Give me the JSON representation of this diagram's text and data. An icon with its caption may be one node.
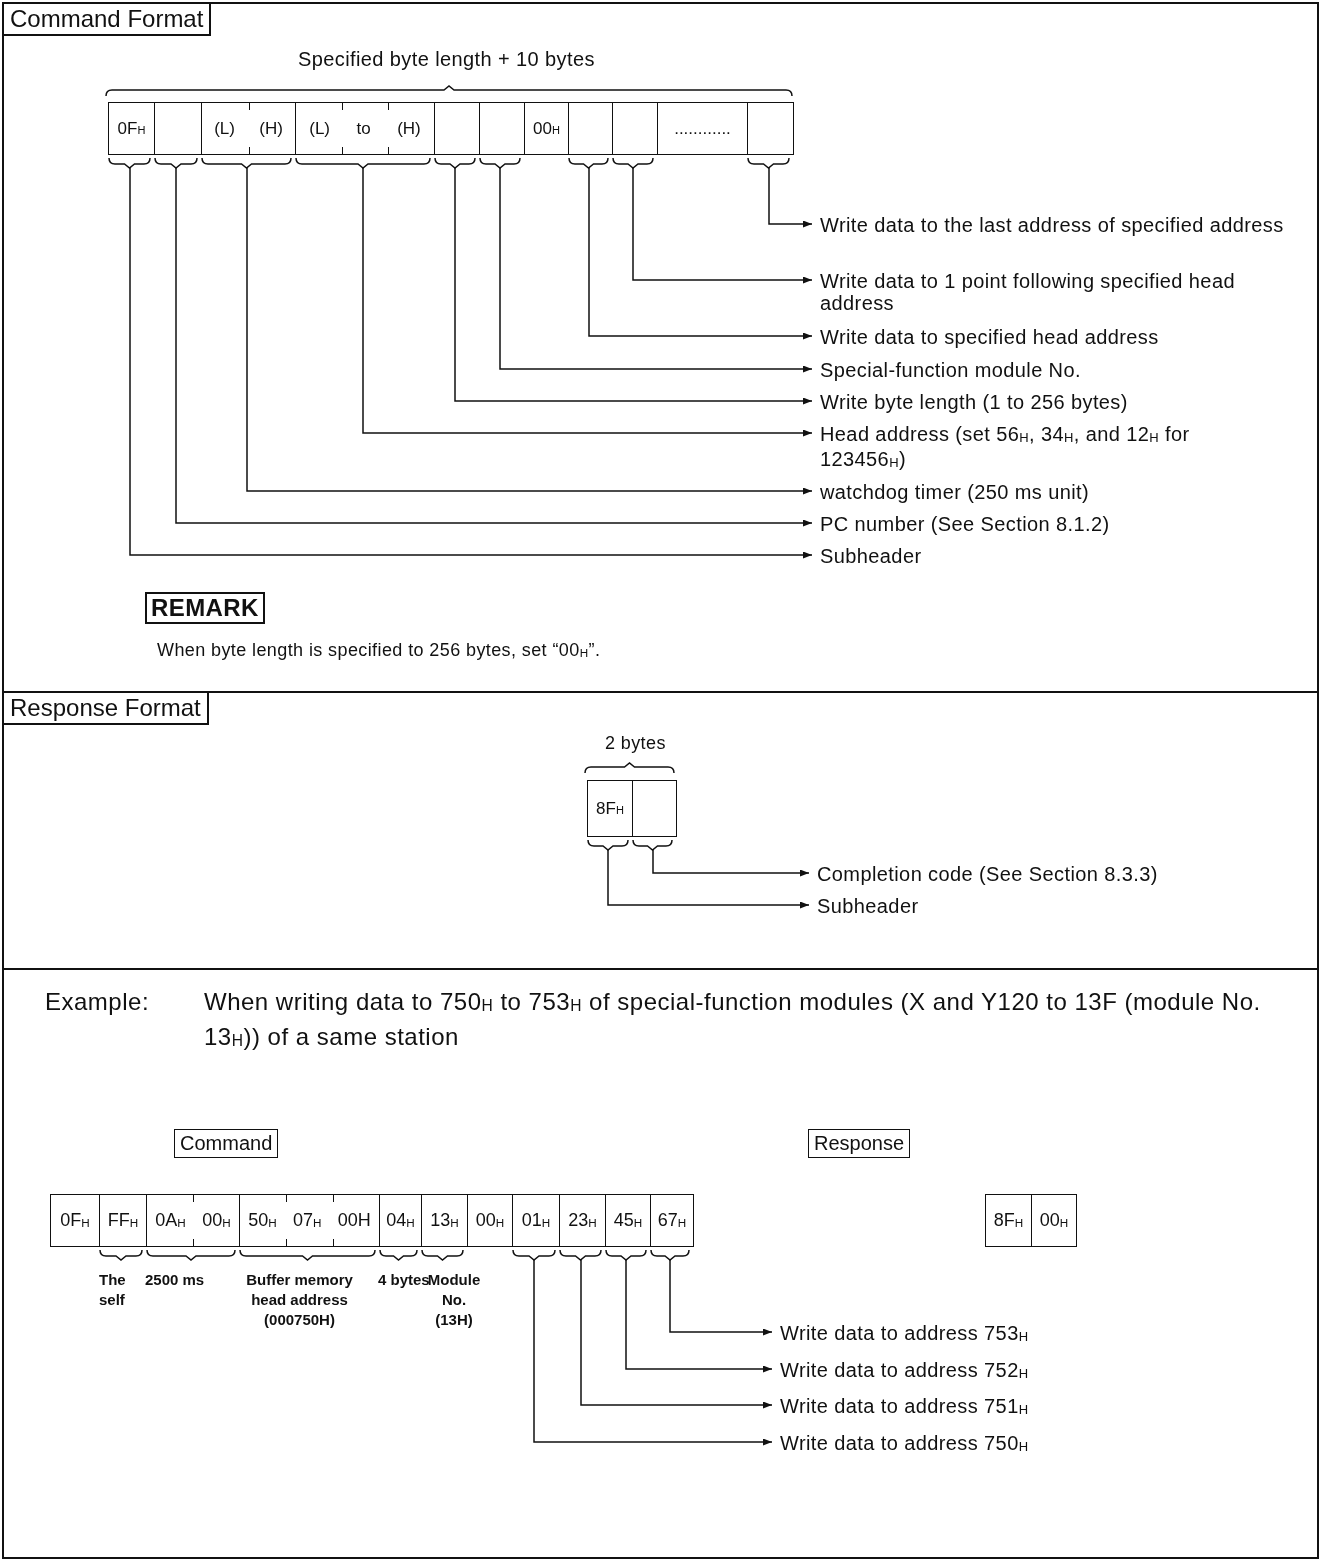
{
  "diagram": {
    "nodes": [
      {
        "text": [
          "Command Format"
        ]
      },
      {
        "text": [
          "0F$_{H}$"
        ],
        "in": 0
      },
      {
        "text": [],
        "shape": "box",
        "in": 0
      },
      {
        "text": [
          "(L)",
          "(H)"
        ],
        "in": 0
      },
      {
        "text": [
          "(L)",
          "to",
          "(H)"
        ],
        "in": 0
      },
      {
        "text": [],
        "shape": "box",
        "in": 0
      },
      {
        "text": [],
        "shape": "box",
        "in": 0
      },
      {
        "text": [
          "00$_{H}$"
        ],
        "in": 0
      },
      {
        "text": [],
        "shape": "box",
        "in": 0
      },
      {
        "text": [],
        "shape": "box",
        "in": 0
      },
      {
        "text": [
          "............"
        ],
        "in": 0
      },
      {
        "text": [],
        "shape": "box",
        "in": 0
      },
      {
        "text": [
          "Write data to the last address of specified address"
        ],
        "in": 0
      },
      {
        "text": [
          "Write data to 1 point following specified head address"
        ],
        "in": 0
      },
      {
        "text": [
          "Write data to specified head address"
        ],
        "in": 0
      },
      {
        "text": [
          "Special-function module No."
        ],
        "in": 0
      },
      {
        "text": [
          "Write byte length (1 to 256 bytes)"
        ],
        "in": 0
      },
      {
        "text": [
          "Head address (set 56$_{H}$, 34$_{H}$, and 12$_{H}$ for 123456$_{H}$)"
        ],
        "in": 0
      },
      {
        "text": [
          "watchdog timer (250 ms unit)"
        ],
        "in": 0
      },
      {
        "text": [
          "PC number (See Section 8.1.2)"
        ],
        "in": 0
      },
      {
        "text": [
          "Subheader"
        ],
        "in": 0
      },
      {
        "text": [
          "Response Format"
        ]
      },
      {
        "text": [
          "8F$_{H}$"
        ],
        "in": 21
      },
      {
        "text": [],
        "shape": "box",
        "in": 21
      },
      {
        "text": [
          "Completion code (See Section 8.3.3)"
        ],
        "in": 21
      },
      {
        "text": [
          "Subheader"
        ],
        "in": 21
      },
      {
        "text": [
          "Example:",
          "When writing data to 750$_{H}$ to 753$_{H}$ of special-function modules (X and Y120 to 13F (module No. 13$_{H}$)) of a same station"
        ]
      },
      {
        "text": [
          "Command"
        ],
        "in": 26
      },
      {
        "text": [
          "Response"
        ],
        "in": 26
      },
      {
        "text": [
          "0F$_{H}$"
        ],
        "in": 26
      },
      {
        "text": [
          "FF$_{H}$"
        ],
        "in": 26,
        "beside": [
          "The self"
        ]
      },
      {
        "text": [
          "0A$_{H}$",
          "00$_{H}$"
        ],
        "in": 26,
        "beside": [
          "2500 ms"
        ]
      },
      {
        "text": [
          "50$_{H}$",
          "07$_{H}$",
          "00H"
        ],
        "in": 26,
        "beside": [
          "Buffer memory head address (000750H)"
        ]
      },
      {
        "text": [
          "04$_{H}$"
        ],
        "in": 26,
        "beside": [
          "4 bytes"
        ]
      },
      {
        "text": [
          "13$_{H}$"
        ],
        "in": 26,
        "beside": [
          "Module No. (13H)"
        ]
      },
      {
        "text": [
          "00$_{H}$"
        ],
        "in": 26
      },
      {
        "text": [
          "01$_{H}$"
        ],
        "in": 26
      },
      {
        "text": [
          "23$_{H}$"
        ],
        "in": 26
      },
      {
        "text": [
          "45$_{H}$"
        ],
        "in": 26
      },
      {
        "text": [
          "67$_{H}$"
        ],
        "in": 26
      },
      {
        "text": [
          "8F$_{H}$"
        ],
        "in": 26
      },
      {
        "text": [
          "00$_{H}$"
        ],
        "in": 26
      },
      {
        "text": [
          "Write data to address 753$_{H}$"
        ],
        "in": 26
      },
      {
        "text": [
          "Write data to address 752$_{H}$"
        ],
        "in": 26
      },
      {
        "text": [
          "Write data to address 751$_{H}$"
        ],
        "in": 26
      },
      {
        "text": [
          "Write data to address 750$_{H}$"
        ],
        "in": 26
      }
    ],
    "edges": [
      {
        "from": 11,
        "to": 12,
        "arrow": "to"
      },
      {
        "from": 9,
        "to": 13,
        "arrow": "to"
      },
      {
        "from": 8,
        "to": 14,
        "arrow": "to"
      },
      {
        "from": 6,
        "to": 15,
        "arrow": "to"
      },
      {
        "from": 5,
        "to": 16,
        "arrow": "to"
      },
      {
        "from": 4,
        "to": 17,
        "arrow": "to"
      },
      {
        "from": 3,
        "to": 18,
        "arrow": "to"
      },
      {
        "from": 2,
        "to": 19,
        "arrow": "to"
      },
      {
        "from": 1,
        "to": 20,
        "arrow": "to"
      },
      {
        "from": 23,
        "to": 24,
        "arrow": "to"
      },
      {
        "from": 22,
        "to": 25,
        "arrow": "to"
      },
      {
        "from": 39,
        "to": 42,
        "arrow": "to"
      },
      {
        "from": 38,
        "to": 43,
        "arrow": "to"
      },
      {
        "from": 37,
        "to": 44,
        "arrow": "to"
      },
      {
        "from": 36,
        "to": 45,
        "arrow": "to"
      }
    ],
    "labels": [
      "Specified byte length +  10 bytes",
      "REMARK",
      "When byte length is specified to 256 bytes, set “00$_{H}$”.",
      "2 bytes"
    ]
  }
}
